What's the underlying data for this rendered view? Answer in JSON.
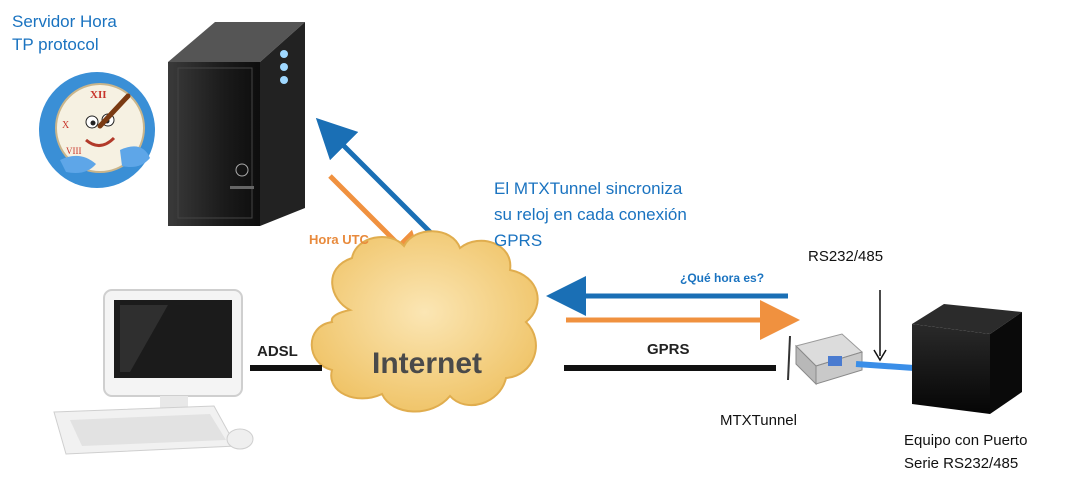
{
  "server_label": [
    "Servidor Hora",
    "TP protocol"
  ],
  "sync_note": [
    "El MTXTunnel sincroniza",
    "su reloj en cada conexión",
    "GPRS"
  ],
  "hora_utc": "Hora UTC",
  "que_hora": "¿Qué hora es?",
  "adsl": "ADSL",
  "gprs": "GPRS",
  "internet": "Internet",
  "rs232": "RS232/485",
  "mtxtunnel": "MTXTunnel",
  "equipo": [
    "Equipo con Puerto",
    "Serie RS232/485"
  ],
  "colors": {
    "blue_arrow": "#1a6fb5",
    "orange_arrow": "#f0913f",
    "black_link": "#111111",
    "cloud": "#f6d48a",
    "serial_cable": "#3a8ee8"
  }
}
